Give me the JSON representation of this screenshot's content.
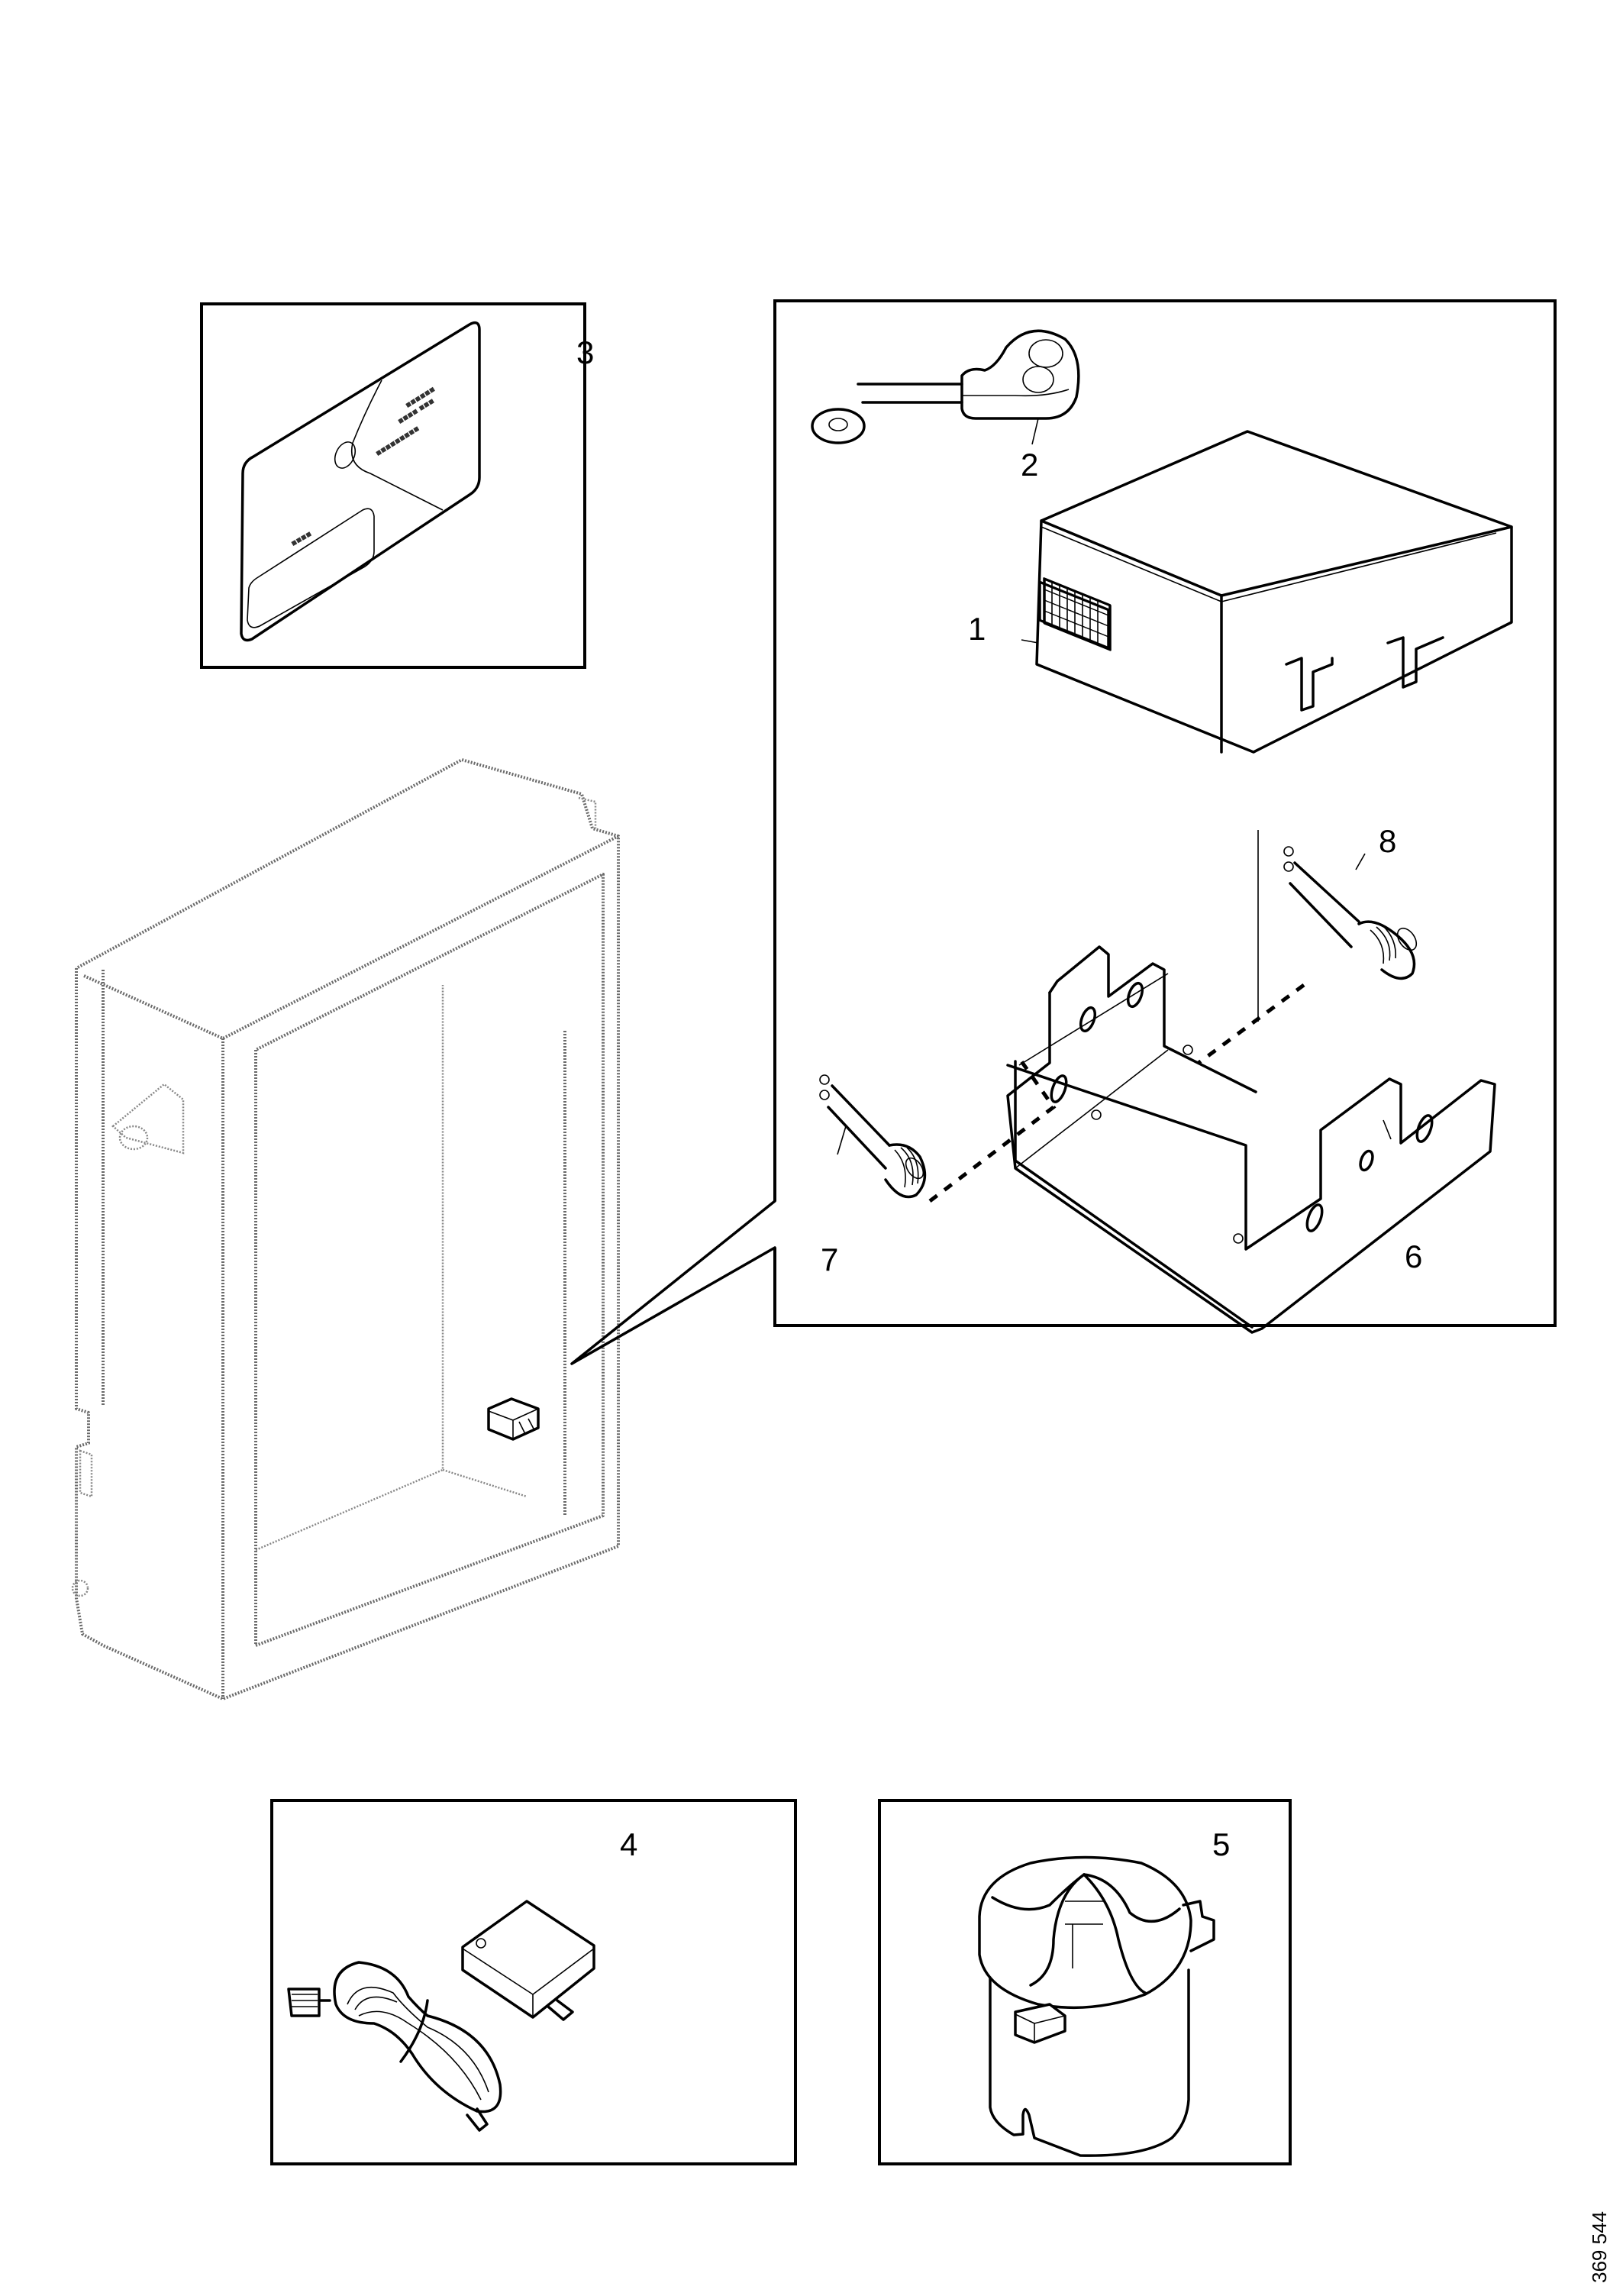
{
  "document": {
    "type": "exploded parts illustration",
    "reference_number": "369 544"
  },
  "callouts": [
    {
      "id": "1",
      "label": "1",
      "part": "control unit"
    },
    {
      "id": "2",
      "label": "2",
      "part": "remote key fob"
    },
    {
      "id": "3",
      "label": "3",
      "part": "card"
    },
    {
      "id": "4",
      "label": "4",
      "part": "cable harness with module"
    },
    {
      "id": "5",
      "label": "5",
      "part": "siren / sensor unit"
    },
    {
      "id": "6",
      "label": "6",
      "part": "mounting bracket"
    },
    {
      "id": "7",
      "label": "7",
      "part": "switch"
    },
    {
      "id": "8",
      "label": "8",
      "part": "switch"
    }
  ],
  "panels": {
    "card_panel": {
      "label": "3"
    },
    "main_panel": {
      "labels": [
        "1",
        "2",
        "6",
        "7",
        "8"
      ]
    },
    "harness_panel": {
      "label": "4"
    },
    "siren_panel": {
      "label": "5"
    }
  },
  "colors": {
    "line": "#000000",
    "background": "#ffffff",
    "cabinet_line": "#6a6a6a"
  }
}
